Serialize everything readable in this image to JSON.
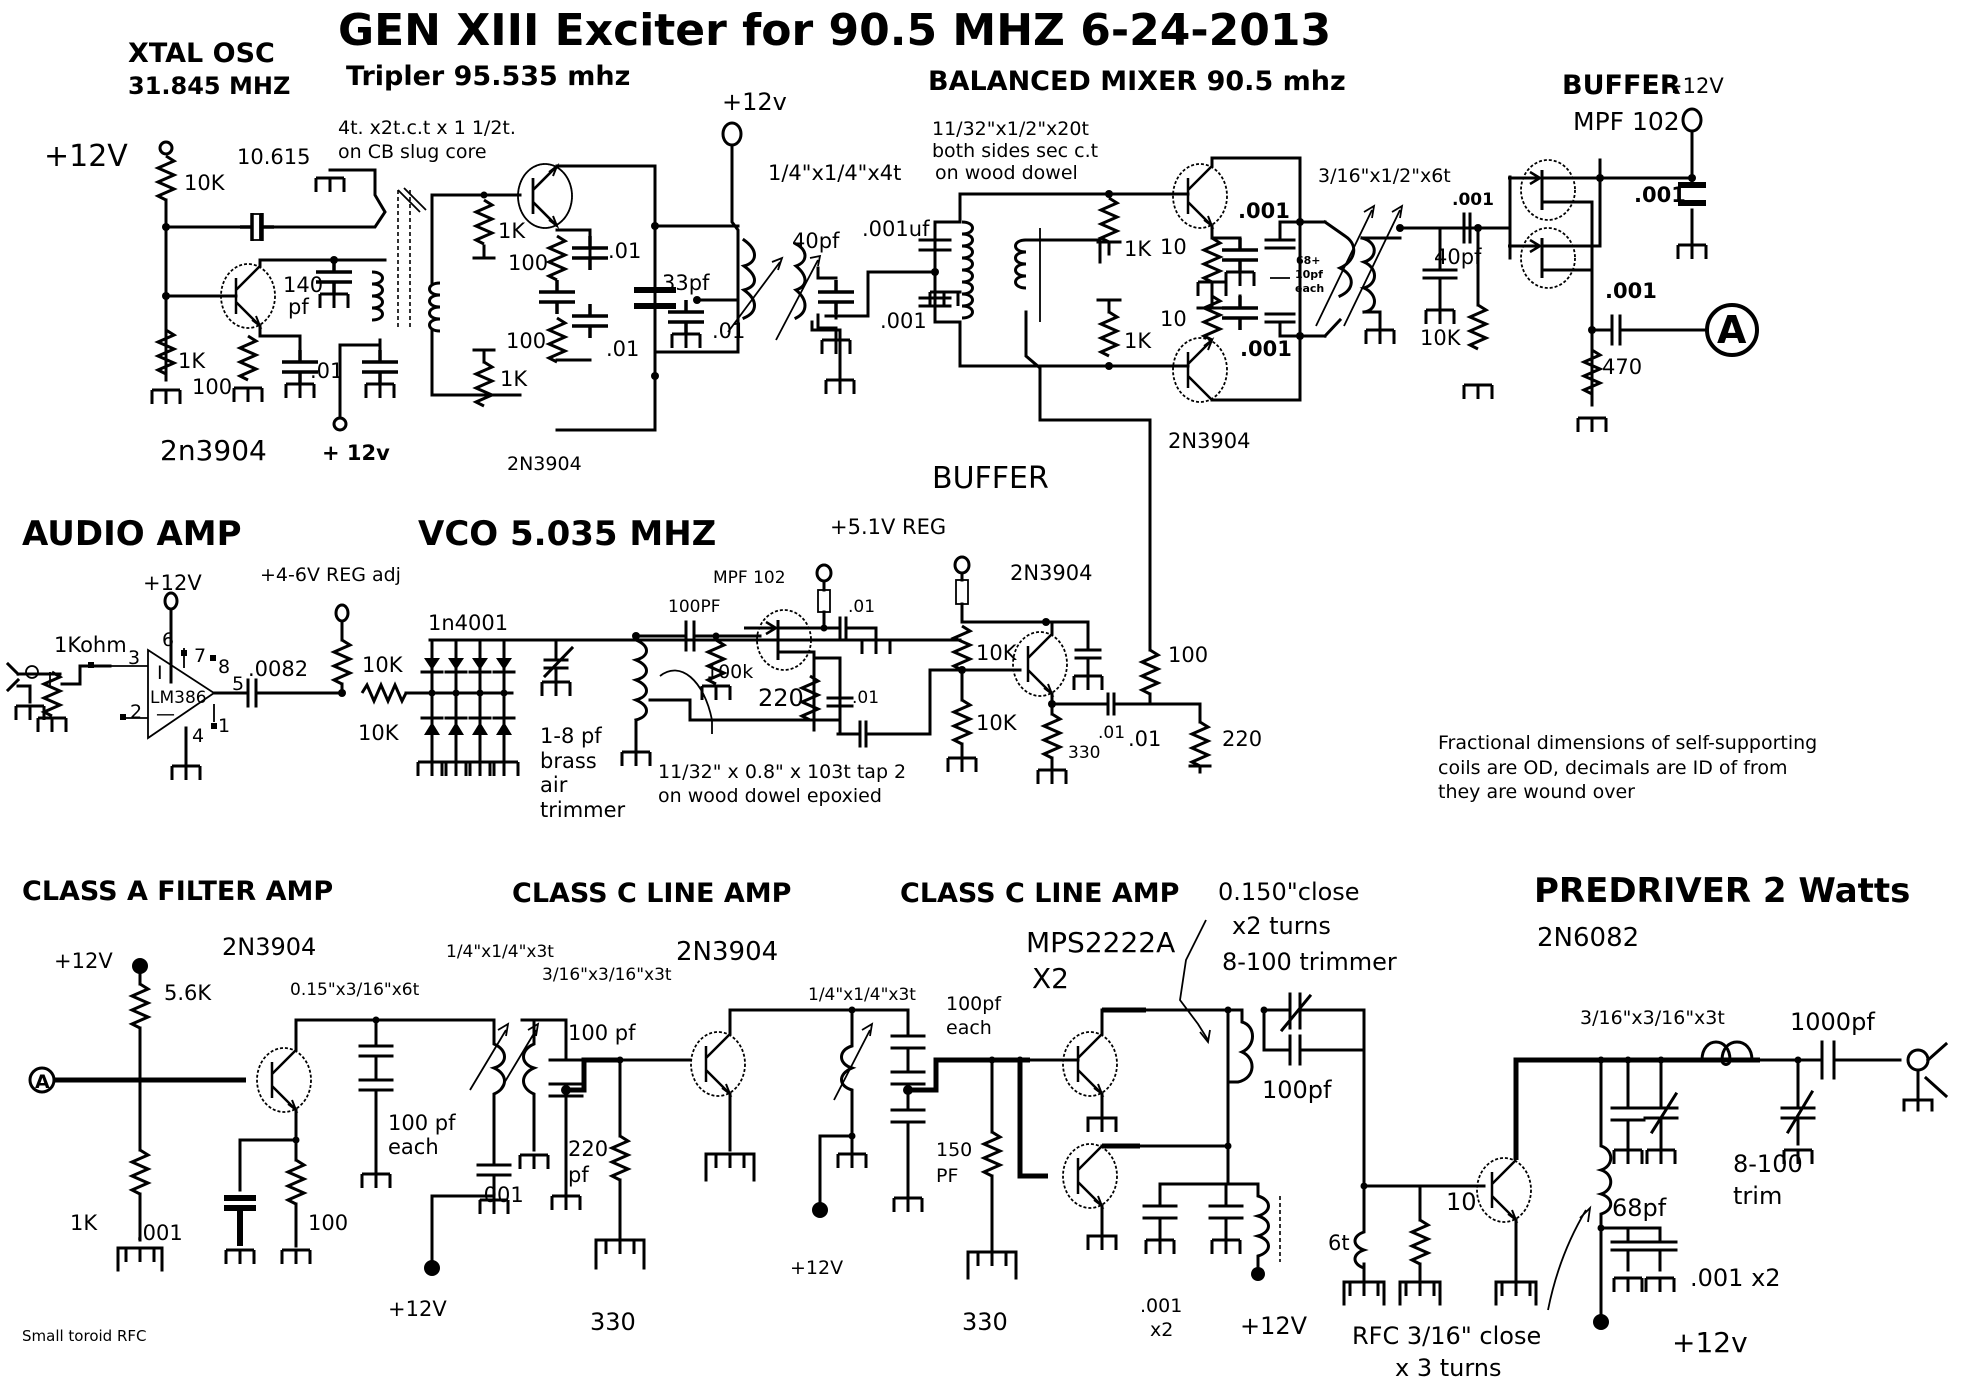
{
  "title": "GEN XIII Exciter for 90.5 MHZ 6-24-2013",
  "sections": {
    "xtal_osc": {
      "title": "XTAL OSC",
      "freq": "31.845 MHZ",
      "supply": "+12V",
      "r_top": "10K",
      "crystal": "10.615",
      "cap": "140",
      "cap_unit": "pf",
      "r_bias": "1K",
      "r_emitter": "100",
      "cap_emitter": ".01",
      "transistor": "2n3904",
      "supply2": "+ 12v"
    },
    "tripler": {
      "title": "Tripler 95.535 mhz",
      "coil_note_1": "4t. x2t.c.t x 1 1/2t.",
      "coil_note_2": "on CB slug core",
      "r1": "1K",
      "r2": "100",
      "r3": "100",
      "r4": "1K",
      "c1": ".01",
      "c2": ".01",
      "c_out": "33pf",
      "transistor": "2N3904"
    },
    "tank": {
      "supply": "+12v",
      "coil": "1/4\"x1/4\"x4t",
      "trim": "40pf",
      "c_bypass": ".01"
    },
    "mixer": {
      "title": "BALANCED MIXER 90.5 mhz",
      "coil_note_1": "11/32\"x1/2\"x20t",
      "coil_note_2": "both sides sec c.t",
      "coil_note_3": "on wood dowel",
      "c_in": ".001uf",
      "c_in2": ".001",
      "r_top": "1K",
      "r_bot": "1K",
      "re_top": "10",
      "re_bot": "10",
      "c_top": ".001",
      "c_bot": ".001",
      "tank_caps_1": "68+",
      "tank_caps_2": "10pf",
      "tank_caps_3": "each",
      "coil_out": "3/16\"x1/2\"x6t",
      "trim_out": "40pf",
      "transistor": "2N3904"
    },
    "buffer_fet": {
      "title": "BUFFER",
      "device": "MPF 102",
      "supply": "+12V",
      "c_couple": ".001",
      "c_bypass": ".001",
      "r_gate": "10K",
      "c_out": ".001",
      "r_source": "470",
      "connector": "A"
    },
    "audio_amp": {
      "title": "AUDIO AMP",
      "supply": "+12V",
      "pot": "1Kohm",
      "ic": "LM386",
      "pins": [
        "3",
        "6",
        "7",
        "8",
        "5",
        "2",
        "4",
        "1"
      ],
      "plus": "I",
      "minus": "—",
      "c_out": ".0082"
    },
    "vco": {
      "title": "VCO 5.035 MHZ",
      "reg": "+4-6V REG adj",
      "r1": "10K",
      "r2": "10K",
      "diodes": "1n4001",
      "trimmer_1": "1-8 pf",
      "trimmer_2": "brass",
      "trimmer_3": "air",
      "trimmer_4": "trimmer",
      "c_couple": "100PF",
      "fet": "MPF 102",
      "r_gate": "100k",
      "r_source": "220",
      "c_fb": ".01",
      "c_drain": ".01",
      "coil_note_1": "11/32\" x 0.8\" x 103t tap 2",
      "coil_note_2": "on wood dowel epoxied",
      "reg2": "+5.1V REG"
    },
    "buffer_bjt": {
      "title": "BUFFER",
      "transistor": "2N3904",
      "r_top": "10K",
      "r_bot": "10K",
      "r_emitter": "330",
      "c1": ".01",
      "c2": ".01",
      "r_series": "100",
      "r_load": "220"
    },
    "note": [
      "Fractional dimensions of self-supporting",
      "coils are OD, decimals are ID of from",
      "they are wound over"
    ],
    "class_a": {
      "title": "CLASS A FILTER AMP",
      "supply": "+12V",
      "connector": "A",
      "r_top": "5.6K",
      "r_bot": "1K",
      "transistor": "2N3904",
      "c_emitter": ".001",
      "r_emitter": "100",
      "coil1": "0.15\"x3/16\"x6t",
      "coil2": "1/4\"x1/4\"x3t",
      "c_each_1": "100 pf",
      "c_each_2": "each",
      "c_bypass": ".001",
      "supply2": "+12V",
      "rfc": "Small toroid RFC"
    },
    "class_c1": {
      "title": "CLASS C LINE AMP",
      "transistor": "2N3904",
      "coil_in": "3/16\"x3/16\"x3t",
      "c_top": "100 pf",
      "c_bot_1": "220",
      "c_bot_2": "pf",
      "r_base": "330",
      "coil_out": "1/4\"x1/4\"x3t",
      "supply": "+12V"
    },
    "class_c2": {
      "title": "CLASS C LINE AMP",
      "transistor": "MPS2222A",
      "qty": "X2",
      "c_each_1": "100pf",
      "c_each_2": "each",
      "c_bot_1": "150",
      "c_bot_2": "PF",
      "r_base": "330",
      "coil_note_1": "0.150\"close",
      "coil_note_2": "x2 turns",
      "trimmer": "8-100 trimmer",
      "c_par": "100pf",
      "c_bypass_1": ".001",
      "c_bypass_2": "x2",
      "supply": "+12V"
    },
    "predriver": {
      "title": "PREDRIVER 2 Watts",
      "transistor": "2N6082",
      "coil_base": "6t",
      "r_base": "10",
      "coil_out": "3/16\"x3/16\"x3t",
      "c_out": "1000pf",
      "c_shunt": "68pf",
      "trim_1": "8-100",
      "trim_2": "trim",
      "c_bypass": ".001 x2",
      "rfc_1": "RFC 3/16\" close",
      "rfc_2": "x 3 turns",
      "supply": "+12v"
    }
  }
}
